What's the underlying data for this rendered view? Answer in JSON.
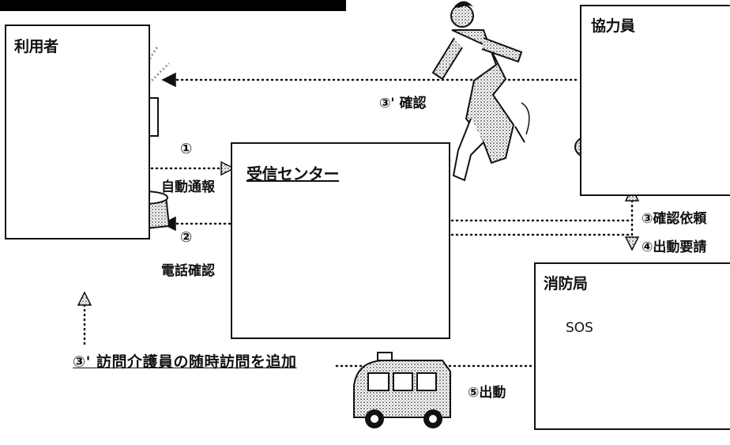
{
  "nodes": {
    "user": {
      "label": "利用者"
    },
    "center": {
      "label": "受信センター"
    },
    "helper": {
      "label": "協力員"
    },
    "fire": {
      "label": "消防局",
      "screen_text": "SOS"
    }
  },
  "steps": {
    "s1_num": "①",
    "s1_label": "自動通報",
    "s2_num": "②",
    "s2_label": "電話確認",
    "s3_label": "③確認依頼",
    "s4_label": "④出動要請",
    "s3p_label": "③' 確認",
    "s5_label": "⑤出動",
    "s3p_visit": "③' 訪問介護員の随時訪問を追加"
  }
}
